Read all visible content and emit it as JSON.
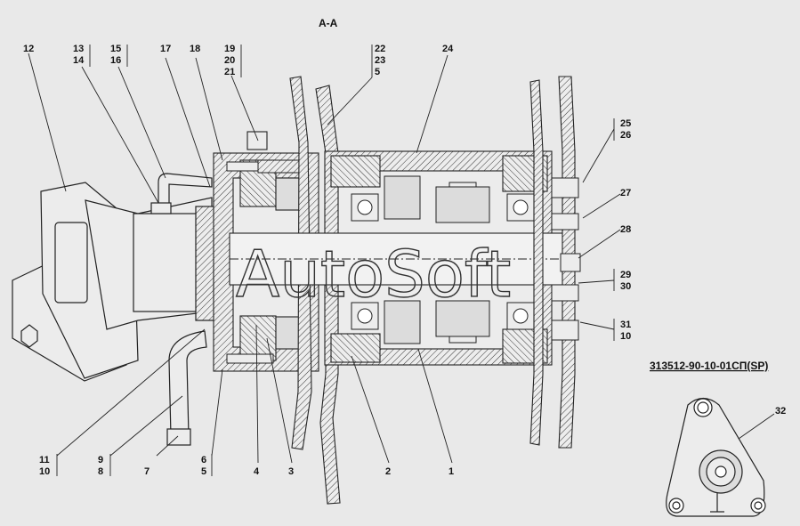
{
  "section_title": "A-A",
  "drawing_code": "313512-90-10-01СП(SP)",
  "watermark": "AutoSoft",
  "callouts": {
    "c12": "12",
    "c13": "13",
    "c14": "14",
    "c15": "15",
    "c16": "16",
    "c17": "17",
    "c18": "18",
    "c19": "19",
    "c20": "20",
    "c21": "21",
    "c22": "22",
    "c23": "23",
    "c5a": "5",
    "c24": "24",
    "c25": "25",
    "c26": "26",
    "c27": "27",
    "c28": "28",
    "c29": "29",
    "c30": "30",
    "c31": "31",
    "c10a": "10",
    "c11": "11",
    "c10b": "10",
    "c9": "9",
    "c8": "8",
    "c7": "7",
    "c6": "6",
    "c5b": "5",
    "c4": "4",
    "c3": "3",
    "c2": "2",
    "c1": "1",
    "c32": "32"
  }
}
